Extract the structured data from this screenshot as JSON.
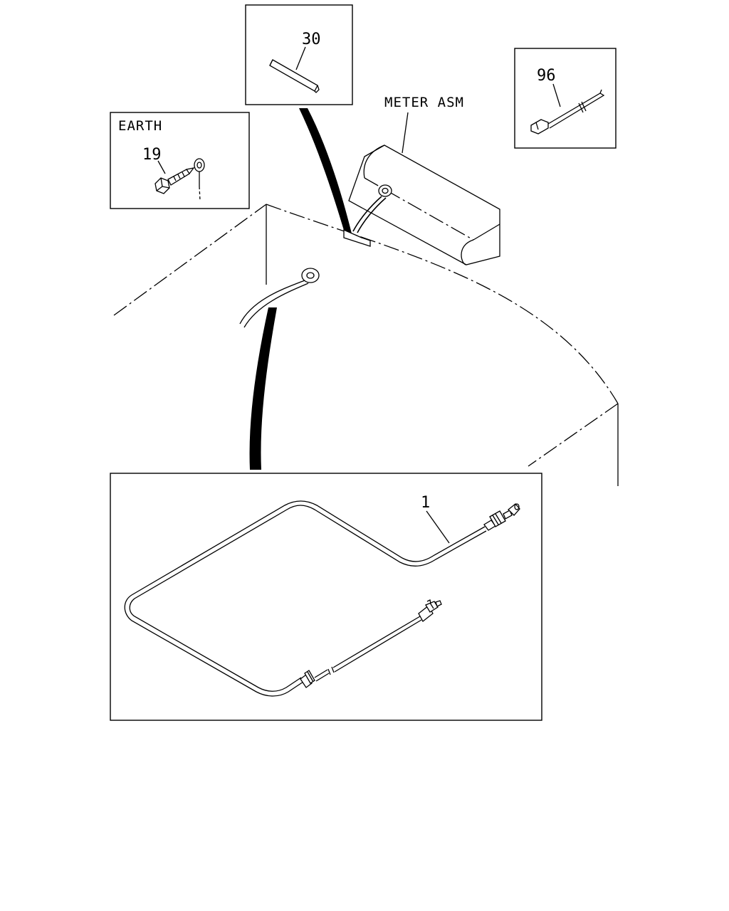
{
  "callouts": {
    "part_30": "30",
    "part_96": "96",
    "part_19": "19",
    "part_1": "1"
  },
  "labels": {
    "earth": "EARTH",
    "meter_asm": "METER ASM"
  }
}
